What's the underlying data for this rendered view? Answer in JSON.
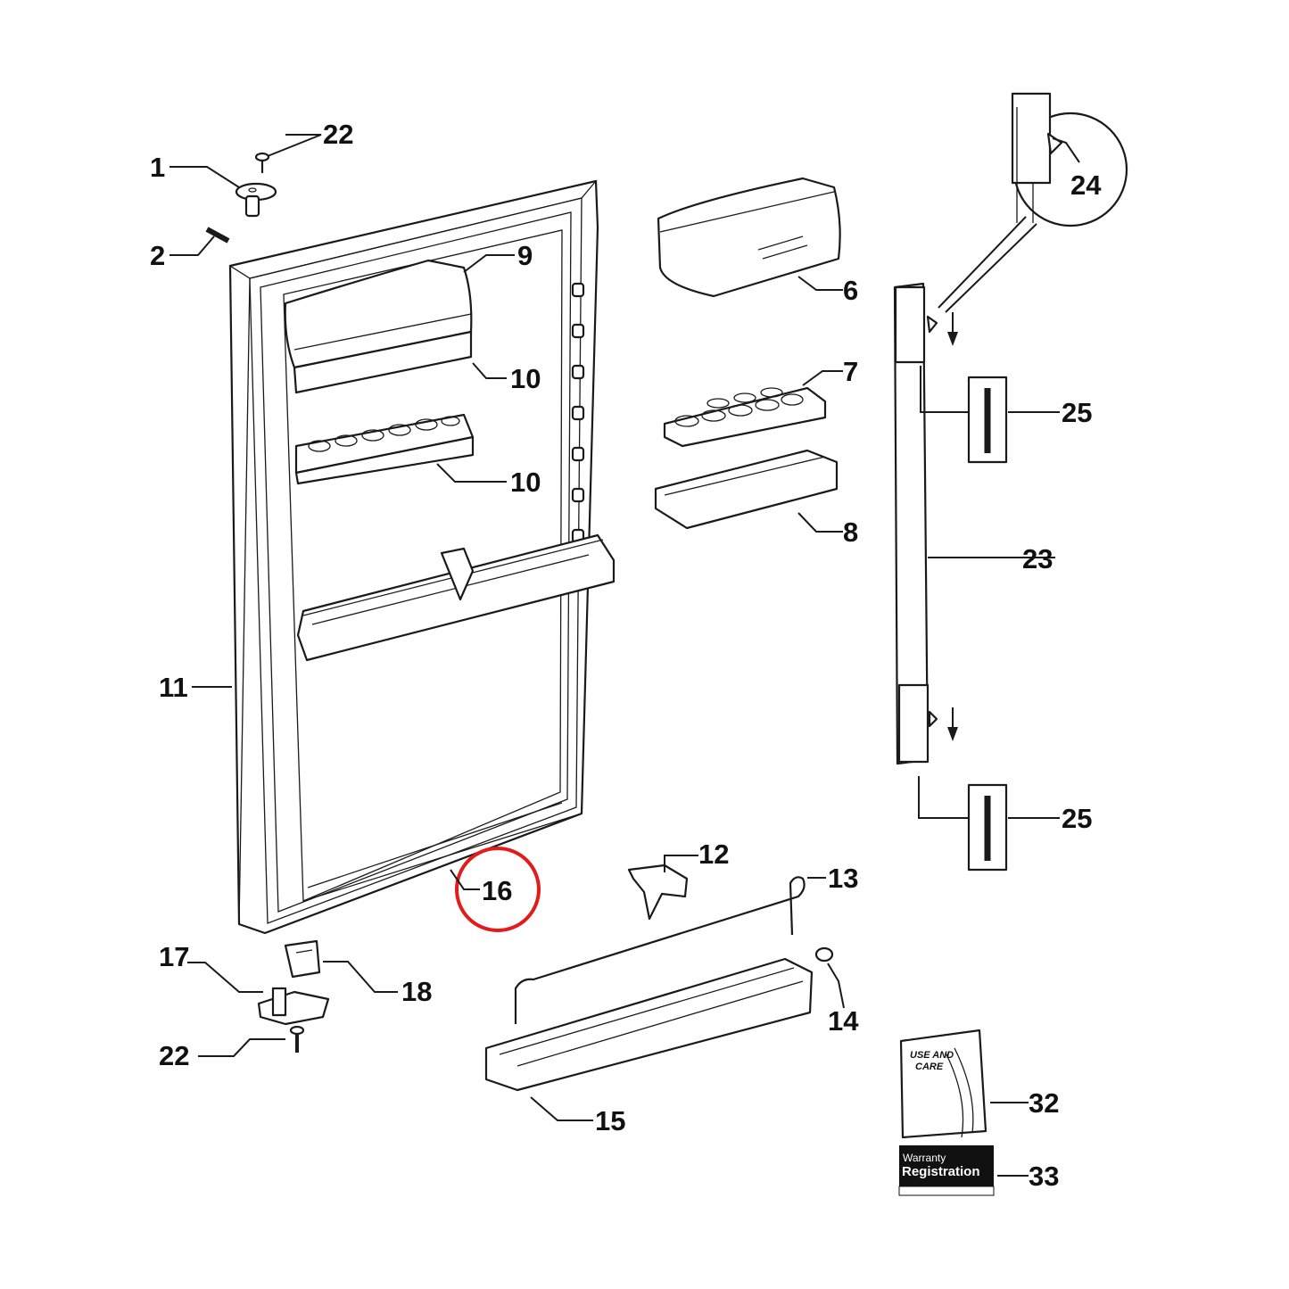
{
  "callouts": {
    "c1": "1",
    "c2": "2",
    "c6": "6",
    "c7": "7",
    "c8": "8",
    "c9": "9",
    "c10a": "10",
    "c10b": "10",
    "c11": "11",
    "c12": "12",
    "c13": "13",
    "c14": "14",
    "c15": "15",
    "c16": "16",
    "c17": "17",
    "c18": "18",
    "c22a": "22",
    "c22b": "22",
    "c23": "23",
    "c24": "24",
    "c25a": "25",
    "c25b": "25",
    "c32": "32",
    "c33": "33"
  },
  "manual": {
    "line1": "USE AND",
    "line2": "CARE"
  },
  "warranty_card": {
    "line1": "Warranty",
    "line2": "Registration"
  },
  "highlight": {
    "part": "16",
    "color": "#e31b1b"
  }
}
